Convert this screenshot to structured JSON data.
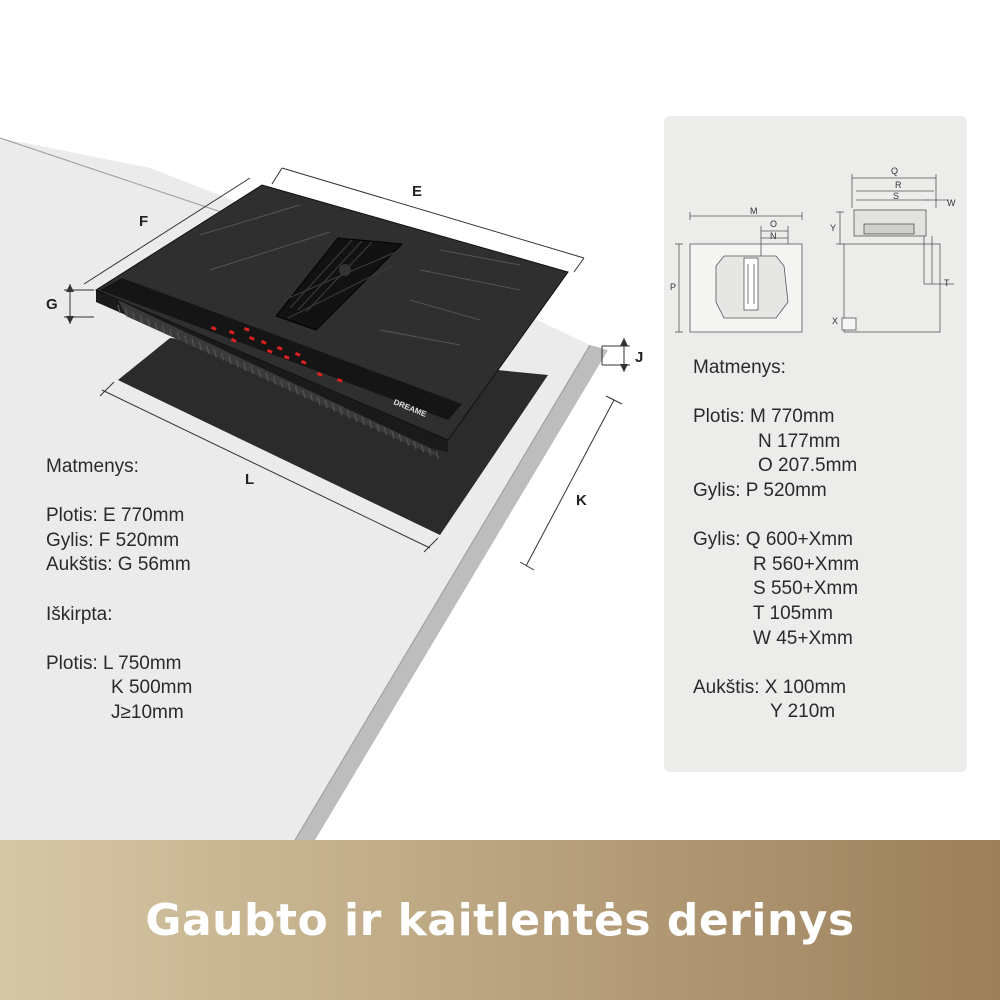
{
  "dimension_letters": {
    "E": "E",
    "F": "F",
    "G": "G",
    "J": "J",
    "K": "K",
    "L": "L",
    "M": "M",
    "N": "N",
    "O": "O",
    "P": "P",
    "Q": "Q",
    "R": "R",
    "S": "S",
    "T": "T",
    "W": "W",
    "X": "X",
    "Y": "Y"
  },
  "brand": "DREAME",
  "left_specs": {
    "heading": "Matmenys:",
    "plotis": "Plotis: E 770mm",
    "gylis": "Gylis: F 520mm",
    "aukstis": "Aukštis: G 56mm",
    "cutout_heading": "Iškirpta:",
    "cut_plotis": "Plotis: L 750mm",
    "cut_k": "K 500mm",
    "cut_j": "J≥10mm"
  },
  "right_specs": {
    "heading": "Matmenys:",
    "plotis_m": "Plotis: M 770mm",
    "n": "N 177mm",
    "o": "O 207.5mm",
    "gylis_p": "Gylis: P 520mm",
    "gylis_q": "Gylis: Q 600+Xmm",
    "r": "R 560+Xmm",
    "s": "S 550+Xmm",
    "t": "T 105mm",
    "w": "W 45+Xmm",
    "aukstis_x": "Aukštis: X 100mm",
    "y": "Y 210m"
  },
  "banner_title": "Gaubto ir kaitlentės derinys",
  "colors": {
    "countertop": "#ebebeb",
    "hob": "#2e2e2e",
    "cutout": "#2b2b2b",
    "panel": "#ececea",
    "banner_start": "#d6c7a4",
    "banner_end": "#9c7f5b",
    "display_red": "#e02020"
  }
}
